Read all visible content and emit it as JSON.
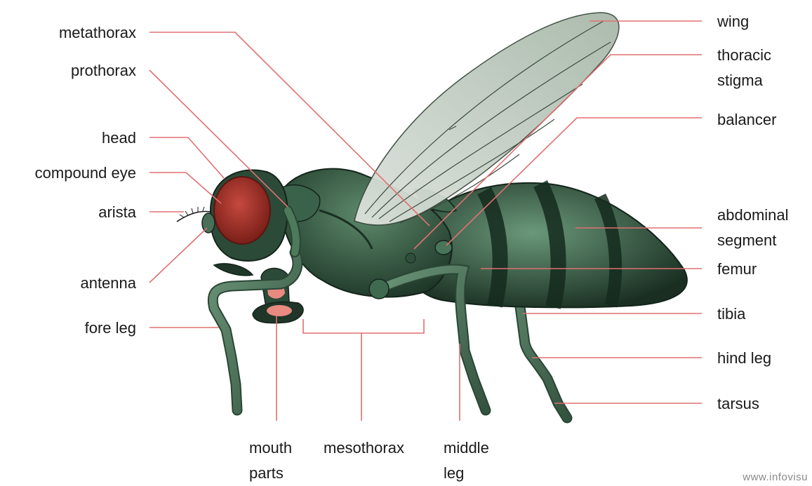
{
  "labels": {
    "metathorax": "metathorax",
    "prothorax": "prothorax",
    "head": "head",
    "compound_eye": "compound eye",
    "arista": "arista",
    "antenna": "antenna",
    "fore_leg": "fore leg",
    "wing": "wing",
    "thoracic_stigma_1": "thoracic",
    "thoracic_stigma_2": "stigma",
    "balancer": "balancer",
    "abdominal_segment_1": "abdominal",
    "abdominal_segment_2": "segment",
    "femur": "femur",
    "tibia": "tibia",
    "hind_leg": "hind leg",
    "tarsus": "tarsus",
    "mouth_parts_1": "mouth",
    "mouth_parts_2": "parts",
    "mesothorax": "mesothorax",
    "middle_leg_1": "middle",
    "middle_leg_2": "leg"
  },
  "credit": "www.infovisu",
  "colors": {
    "leader_line": "#e07070",
    "body_dark": "#1c3326",
    "body_green": "#4e7a5c",
    "eye": "#b8322a",
    "mouth": "#e88a80",
    "wing_fill": "#c9d4c9"
  }
}
